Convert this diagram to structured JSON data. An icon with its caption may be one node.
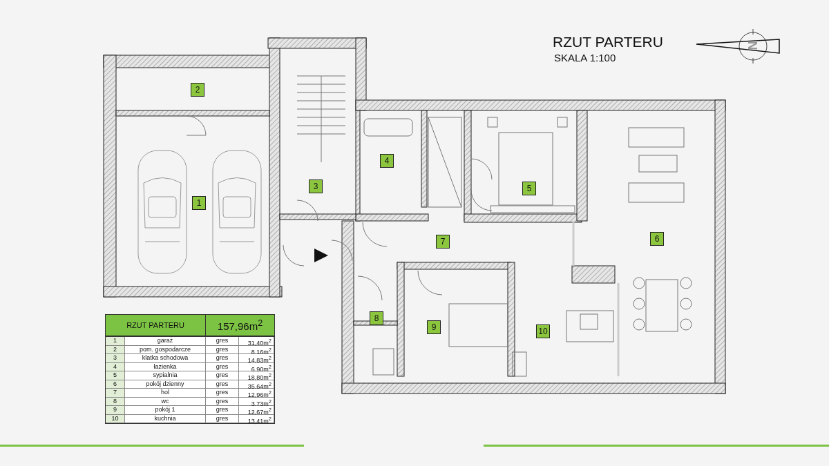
{
  "diagram": {
    "title": "RZUT PARTERU",
    "labels": [
      "SKALA 1:100",
      "N",
      "2",
      "1",
      "3",
      "4",
      "5",
      "7",
      "6",
      "8",
      "9",
      "10",
      "RZUT PARTERU",
      "157,96m$^{2}$",
      "1",
      "garaż",
      "gres",
      "31,40m$^{2}$",
      "2",
      "pom. gospodarcze",
      "gres",
      "8,16m$^{2}$",
      "3",
      "klatka schodowa",
      "gres",
      "14,83m$^{2}$",
      "4",
      "łazienka",
      "gres",
      "6,90m$^{2}$",
      "5",
      "sypialnia",
      "gres",
      "18,80m$^{2}$",
      "6",
      "pokój dzienny",
      "gres",
      "35,64m$^{2}$",
      "7",
      "hol",
      "gres",
      "12,96m$^{2}$",
      "8",
      "wc",
      "gres",
      "3,73m$^{2}$",
      "9",
      "pokój 1",
      "gres",
      "12,67m$^{2}$",
      "10",
      "kuchnia",
      "gres",
      "13,41m$^{2}$"
    ]
  }
}
